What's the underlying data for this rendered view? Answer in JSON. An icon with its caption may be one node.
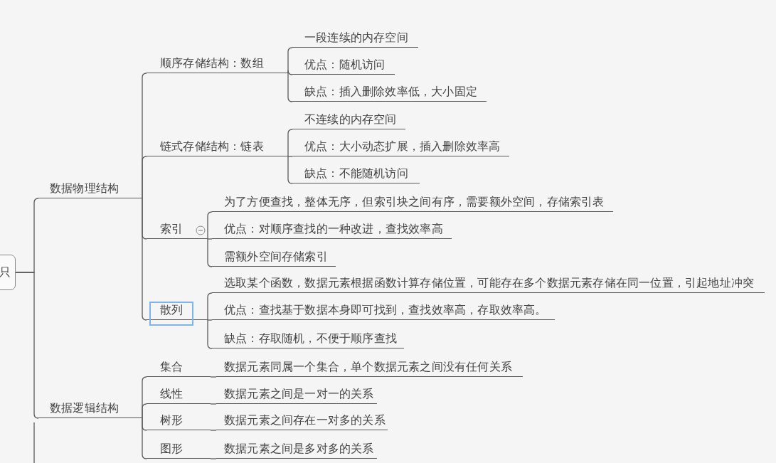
{
  "diagram": {
    "nodes": [
      {
        "text": [
          "只"
        ]
      },
      {
        "text": [
          "数据物理结构"
        ]
      },
      {
        "text": [
          "顺序存储结构：数组"
        ]
      },
      {
        "text": [
          "一段连续的内存空间"
        ]
      },
      {
        "text": [
          "优点：随机访问"
        ]
      },
      {
        "text": [
          "缺点：插入删除效率低，大小固定"
        ]
      },
      {
        "text": [
          "链式存储结构：链表"
        ]
      },
      {
        "text": [
          "不连续的内存空间"
        ]
      },
      {
        "text": [
          "优点：大小动态扩展，插入删除效率高"
        ]
      },
      {
        "text": [
          "缺点：不能随机访问"
        ]
      },
      {
        "text": [
          "索引"
        ]
      },
      {
        "text": [
          "为了方便查找，整体无序，但索引块之间有序，需要额外空间，存储索引表"
        ]
      },
      {
        "text": [
          "优点：对顺序查找的一种改进，查找效率高"
        ]
      },
      {
        "text": [
          "需额外空间存储索引"
        ]
      },
      {
        "text": [
          "散列"
        ]
      },
      {
        "text": [
          "选取某个函数，数据元素根据函数计算存储位置，可能存在多个数据元素存储在同一位置，引起地址冲突"
        ]
      },
      {
        "text": [
          "优点：查找基于数据本身即可找到，查找效率高，存取效率高。"
        ]
      },
      {
        "text": [
          "缺点：存取随机，不便于顺序查找"
        ]
      },
      {
        "text": [
          "数据逻辑结构"
        ]
      },
      {
        "text": [
          "集合"
        ]
      },
      {
        "text": [
          "数据元素同属一个集合，单个数据元素之间没有任何关系"
        ]
      },
      {
        "text": [
          "线性"
        ]
      },
      {
        "text": [
          "数据元素之间是一对一的关系"
        ]
      },
      {
        "text": [
          "树形"
        ]
      },
      {
        "text": [
          "数据元素之间存在一对多的关系"
        ]
      },
      {
        "text": [
          "图形"
        ]
      },
      {
        "text": [
          "数据元素之间是多对多的关系"
        ]
      }
    ],
    "edges": [
      {
        "from": 0,
        "to": 1,
        "arrow": "none"
      },
      {
        "from": 0,
        "to": 18,
        "arrow": "none"
      },
      {
        "from": 1,
        "to": 2,
        "arrow": "none"
      },
      {
        "from": 1,
        "to": 6,
        "arrow": "none"
      },
      {
        "from": 1,
        "to": 10,
        "arrow": "none"
      },
      {
        "from": 1,
        "to": 14,
        "arrow": "none"
      },
      {
        "from": 2,
        "to": 3,
        "arrow": "none"
      },
      {
        "from": 2,
        "to": 4,
        "arrow": "none"
      },
      {
        "from": 2,
        "to": 5,
        "arrow": "none"
      },
      {
        "from": 6,
        "to": 7,
        "arrow": "none"
      },
      {
        "from": 6,
        "to": 8,
        "arrow": "none"
      },
      {
        "from": 6,
        "to": 9,
        "arrow": "none"
      },
      {
        "from": 10,
        "to": 11,
        "arrow": "none"
      },
      {
        "from": 10,
        "to": 12,
        "arrow": "none"
      },
      {
        "from": 10,
        "to": 13,
        "arrow": "none"
      },
      {
        "from": 14,
        "to": 15,
        "arrow": "none"
      },
      {
        "from": 14,
        "to": 16,
        "arrow": "none"
      },
      {
        "from": 14,
        "to": 17,
        "arrow": "none"
      },
      {
        "from": 18,
        "to": 19,
        "arrow": "none"
      },
      {
        "from": 18,
        "to": 21,
        "arrow": "none"
      },
      {
        "from": 18,
        "to": 23,
        "arrow": "none"
      },
      {
        "from": 18,
        "to": 25,
        "arrow": "none"
      },
      {
        "from": 19,
        "to": 20,
        "arrow": "none"
      },
      {
        "from": 21,
        "to": 22,
        "arrow": "none"
      },
      {
        "from": 23,
        "to": 24,
        "arrow": "none"
      },
      {
        "from": 25,
        "to": 26,
        "arrow": "none"
      }
    ]
  }
}
